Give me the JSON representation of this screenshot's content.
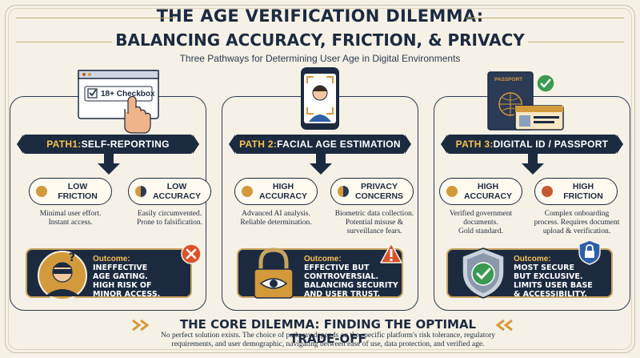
{
  "header": {
    "title_line1": "THE AGE VERIFICATION DILEMMA:",
    "title_line2": "BALANCING ACCURACY, FRICTION, & PRIVACY",
    "subtitle": "Three Pathways for Determining User Age in Digital Environments"
  },
  "paths": [
    {
      "banner_prefix": "PATH1:",
      "banner_name": " SELF-REPORTING",
      "illustration_label": "18+ Checkbox",
      "pills": [
        {
          "label_line1": "LOW",
          "label_line2": "FRICTION",
          "dot_color": "#d39a3c"
        },
        {
          "label_line1": "LOW",
          "label_line2": "ACCURACY",
          "dot_color": "#c25a2e"
        }
      ],
      "descs": [
        {
          "line1": "Minimal user effort.",
          "line2": "Instant access."
        },
        {
          "line1": "Easily circumvented.",
          "line2": "Prone to falsification."
        }
      ],
      "outcome": {
        "title": "Outcome:",
        "lines": [
          "INEFFECTIVE",
          "AGE GATING.",
          "HIGH RISK OF",
          "MINOR ACCESS."
        ]
      }
    },
    {
      "banner_prefix": "PATH 2:",
      "banner_name": " FACIAL AGE ESTIMATION",
      "pills": [
        {
          "label_line1": "HIGH",
          "label_line2": "ACCURACY",
          "dot_color": "#d39a3c"
        },
        {
          "label_line1": "PRIVACY",
          "label_line2": "CONCERNS",
          "dot_color": "#c25a2e"
        }
      ],
      "descs": [
        {
          "line1": "Advanced AI analysis.",
          "line2": "Reliable determination."
        },
        {
          "line1": "Biometric data collection.",
          "line2": "Potential misuse &",
          "line3": "surveillance fears."
        }
      ],
      "outcome": {
        "title": "Outcome:",
        "lines": [
          "EFFECTIVE BUT",
          "CONTROVERSIAL.",
          "BALANCING SECURITY",
          "AND USER TRUST."
        ]
      }
    },
    {
      "banner_prefix": "PATH 3:",
      "banner_name": " DIGITAL ID / PASSPORT",
      "illustration_label": "PASSPORT",
      "pills": [
        {
          "label_line1": "HIGH",
          "label_line2": "ACCURACY",
          "dot_color": "#d39a3c"
        },
        {
          "label_line1": "HIGH",
          "label_line2": "FRICTION",
          "dot_color": "#c25a2e"
        }
      ],
      "descs": [
        {
          "line1": "Verified government",
          "line2": "documents.",
          "line3": "Gold standard."
        },
        {
          "line1": "Complex onboarding",
          "line2": "process. Requires document",
          "line3": "upload & verification."
        }
      ],
      "outcome": {
        "title": "Outcome:",
        "lines": [
          "MOST SECURE",
          "BUT EXCLUSIVE.",
          "LIMITS USER BASE",
          "& ACCESSIBILITY."
        ]
      }
    }
  ],
  "core": {
    "title": "THE CORE DILEMMA: FINDING THE OPTIMAL TRADE-OFF",
    "text_line1": "No perfect solution exists. The choice of pathway depends on the specific platform's risk tolerance, regulatory",
    "text_line2": "requirements, and user demographic, navigating between ease of use, data protection, and verified age."
  },
  "colors": {
    "navy": "#1c2a40",
    "gold": "#f4c24e",
    "cream": "#f6f1e6",
    "alert_red": "#d9532a",
    "shield_blue": "#2f5fa8",
    "check_green": "#3a9a52"
  }
}
